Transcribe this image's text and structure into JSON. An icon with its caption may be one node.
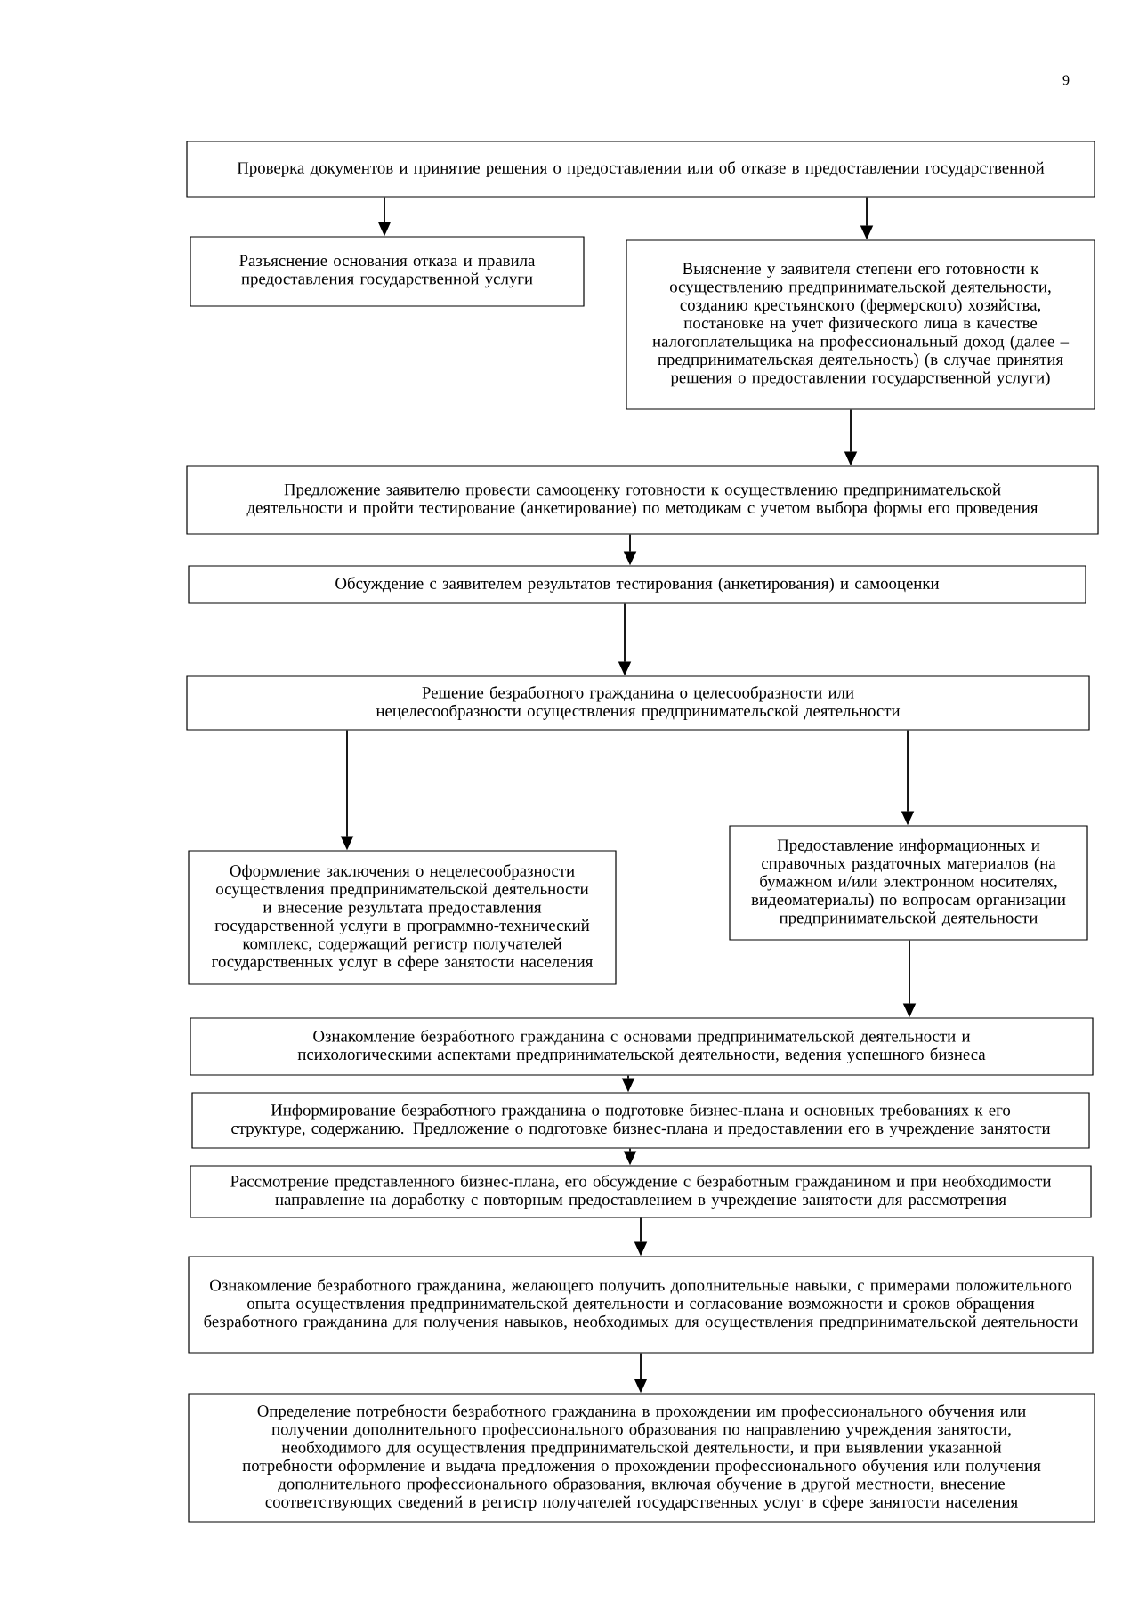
{
  "diagram": {
    "nodes": [
      {
        "text": [
          "Проверка документов и принятие решения о предоставлении или об отказе в предоставлении государственной"
        ]
      },
      {
        "text": [
          "Разъяснение основания отказа и правила предоставления государственной услуги"
        ]
      },
      {
        "text": [
          "Выяснение у заявителя степени его готовности к осуществлению предпринимательской деятельности, созданию крестьянского (фермерского) хозяйства, постановке на учет физического лица в качестве налогоплательщика на профессиональный доход (далее – предпринимательская деятельность) (в случае принятия решения о предоставлении государственной услуги)"
        ]
      },
      {
        "text": [
          "Предложение заявителю провести самооценку готовности к осуществлению предпринимательской деятельности и пройти тестирование (анкетирование) по методикам с учетом выбора формы его проведения"
        ]
      },
      {
        "text": [
          "Обсуждение с заявителем результатов тестирования (анкетирования) и самооценки"
        ]
      },
      {
        "text": [
          "Решение безработного гражданина о целесообразности или нецелесообразности осуществления предпринимательской деятельности"
        ]
      },
      {
        "text": [
          "Оформление заключения о нецелесообразности осуществления предпринимательской деятельности и внесение результата предоставления государственной услуги в программно-технический комплекс, содержащий регистр получателей государственных услуг в сфере занятости населения"
        ]
      },
      {
        "text": [
          "Предоставление информационных и справочных раздаточных материалов (на бумажном и/или электронном носителях, видеоматериалы) по вопросам организации предпринимательской деятельности"
        ]
      },
      {
        "text": [
          "Ознакомление безработного гражданина с основами предпринимательской деятельности и психологическими аспектами предпринимательской деятельности, ведения успешного бизнеса"
        ]
      },
      {
        "text": [
          "Информирование безработного гражданина о подготовке бизнес-плана и основных требованиях к его структуре, содержанию. Предложение о подготовке бизнес-плана и предоставлении его в учреждение занятости"
        ]
      },
      {
        "text": [
          "Рассмотрение представленного бизнес-плана, его обсуждение с безработным гражданином и при необходимости направление на доработку с повторным предоставлением в учреждение занятости для рассмотрения"
        ]
      },
      {
        "text": [
          "Ознакомление безработного гражданина, желающего получить дополнительные навыки, с примерами положительного опыта осуществления предпринимательской деятельности и согласование возможности и сроков обращения безработного гражданина для получения навыков, необходимых для осуществления предпринимательской деятельности"
        ]
      },
      {
        "text": [
          "Определение потребности безработного гражданина в прохождении им профессионального обучения или получении дополнительного профессионального образования по направлению учреждения занятости, необходимого для осуществления предпринимательской деятельности, и при выявлении указанной потребности оформление и выдача предложения о прохождении профессионального обучения или получения дополнительного профессионального образования, включая обучение в другой местности, внесение соответствующих сведений в регистр получателей государственных услуг в сфере занятости населения"
        ]
      }
    ],
    "edges": [
      {
        "from": 0,
        "to": 1,
        "arrow": "to"
      },
      {
        "from": 0,
        "to": 2,
        "arrow": "to"
      },
      {
        "from": 2,
        "to": 3,
        "arrow": "to"
      },
      {
        "from": 3,
        "to": 4,
        "arrow": "to"
      },
      {
        "from": 4,
        "to": 5,
        "arrow": "to"
      },
      {
        "from": 5,
        "to": 6,
        "arrow": "to"
      },
      {
        "from": 5,
        "to": 7,
        "arrow": "to"
      },
      {
        "from": 7,
        "to": 8,
        "arrow": "to"
      },
      {
        "from": 8,
        "to": 9,
        "arrow": "to"
      },
      {
        "from": 9,
        "to": 10,
        "arrow": "to"
      },
      {
        "from": 10,
        "to": 11,
        "arrow": "to"
      },
      {
        "from": 11,
        "to": 12,
        "arrow": "to"
      }
    ],
    "labels": [
      "9"
    ]
  }
}
